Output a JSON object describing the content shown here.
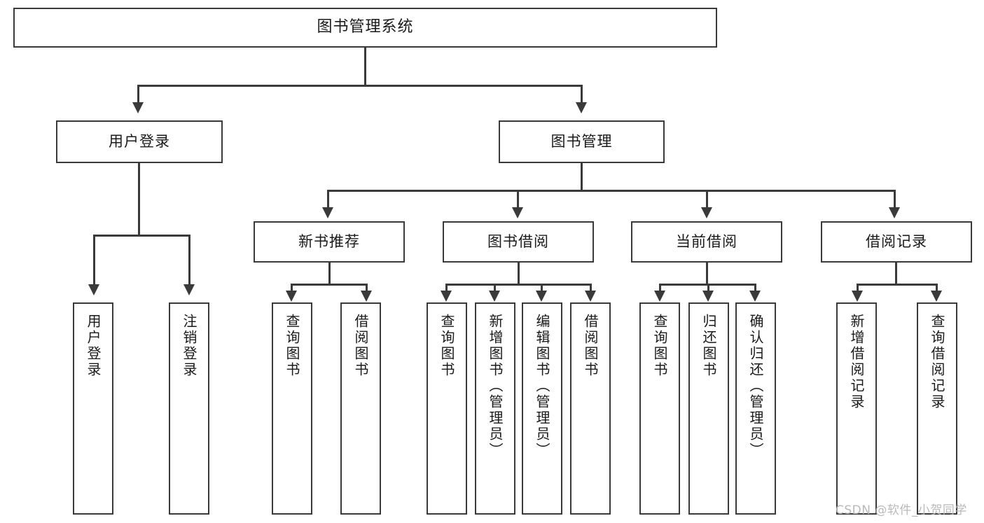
{
  "diagram": {
    "type": "tree-hierarchy",
    "title": "图书管理系统",
    "root": {
      "label": "图书管理系统"
    },
    "level2": [
      {
        "id": "user-login",
        "label": "用户登录"
      },
      {
        "id": "book-manage",
        "label": "图书管理"
      }
    ],
    "level3": [
      {
        "id": "new-book-recommend",
        "label": "新书推荐",
        "parent": "book-manage"
      },
      {
        "id": "book-borrow",
        "label": "图书借阅",
        "parent": "book-manage"
      },
      {
        "id": "current-borrow",
        "label": "当前借阅",
        "parent": "book-manage"
      },
      {
        "id": "borrow-record",
        "label": "借阅记录",
        "parent": "book-manage"
      }
    ],
    "leaves": [
      {
        "id": "leaf-user-login",
        "label": "用户登录",
        "parent": "user-login"
      },
      {
        "id": "leaf-user-logout",
        "label": "注销登录",
        "parent": "user-login"
      },
      {
        "id": "leaf-query-book-1",
        "label": "查询图书",
        "parent": "new-book-recommend"
      },
      {
        "id": "leaf-borrow-book-1",
        "label": "借阅图书",
        "parent": "new-book-recommend"
      },
      {
        "id": "leaf-query-book-2",
        "label": "查询图书",
        "parent": "book-borrow"
      },
      {
        "id": "leaf-add-book",
        "label": "新增图书（管理员）",
        "parent": "book-borrow"
      },
      {
        "id": "leaf-edit-book",
        "label": "编辑图书（管理员）",
        "parent": "book-borrow"
      },
      {
        "id": "leaf-borrow-book-2",
        "label": "借阅图书",
        "parent": "book-borrow"
      },
      {
        "id": "leaf-query-book-3",
        "label": "查询图书",
        "parent": "current-borrow"
      },
      {
        "id": "leaf-return-book",
        "label": "归还图书",
        "parent": "current-borrow"
      },
      {
        "id": "leaf-confirm-return",
        "label": "确认归还（管理员）",
        "parent": "current-borrow"
      },
      {
        "id": "leaf-add-borrow-record",
        "label": "新增借阅记录",
        "parent": "borrow-record"
      },
      {
        "id": "leaf-query-borrow-record",
        "label": "查询借阅记录",
        "parent": "borrow-record"
      }
    ]
  },
  "watermark": {
    "text": "CSDN @软件_小贺同学"
  },
  "colors": {
    "stroke": "#3a3a3a",
    "fill": "#ffffff",
    "text": "#1a1a1a",
    "watermark": "#b9b9b9"
  }
}
